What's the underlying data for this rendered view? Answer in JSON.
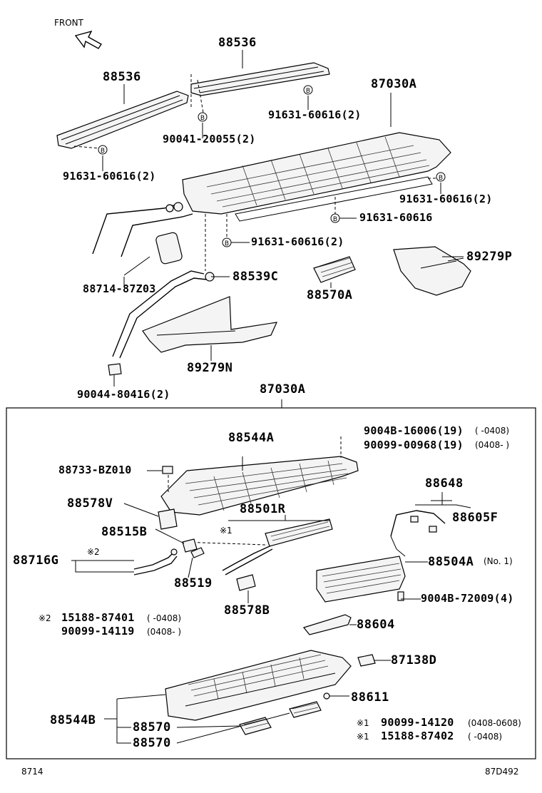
{
  "front_label": "FRONT",
  "upper": {
    "p88536_top": "88536",
    "p88536_left": "88536",
    "p87030A": "87030A",
    "p91631_top": "91631-60616(2)",
    "p90041": "90041-20055(2)",
    "p91631_left": "91631-60616(2)",
    "p91631_right": "91631-60616(2)",
    "p91631_single": "91631-60616",
    "p91631_bottom": "91631-60616(2)",
    "p89279P": "89279P",
    "p88714": "88714-87Z03",
    "p88539C": "88539C",
    "p88570A": "88570A",
    "p89279N": "89279N",
    "p90044": "90044-80416(2)"
  },
  "assembly": {
    "title": "87030A",
    "p9004B_16006": "9004B-16006(19)",
    "p9004B_16006_range": "(      -0408)",
    "p90099_00968": "90099-00968(19)",
    "p90099_00968_range": "(0408-      )",
    "p88544A": "88544A",
    "p88733": "88733-BZ010",
    "p88578V": "88578V",
    "p88501R": "88501R",
    "note1_mark": "※1",
    "p88648": "88648",
    "p88605F": "88605F",
    "p88515B": "88515B",
    "note2_mark": "※2",
    "p88716G": "88716G",
    "p88519": "88519",
    "p88504A": "88504A",
    "p88504A_note": "(No. 1)",
    "p9004B_72009": "9004B-72009(4)",
    "p88578B": "88578B",
    "note2_line1_mark": "※2",
    "note2_line1": "15188-87401",
    "note2_line1_range": "(      -0408)",
    "note2_line2": "90099-14119",
    "note2_line2_range": "(0408-      )",
    "p88604": "88604",
    "p87138D": "87138D",
    "p88611": "88611",
    "p88544B": "88544B",
    "p88570_a": "88570",
    "p88570_b": "88570",
    "note1_line1_mark": "※1",
    "note1_line1": "90099-14120",
    "note1_line1_range": "(0408-0608)",
    "note1_line2_mark": "※1",
    "note1_line2": "15188-87402",
    "note1_line2_range": "(      -0408)"
  },
  "footer": {
    "left_code": "8714",
    "right_code": "87D492"
  },
  "icons": {
    "bolt_marker": "circled-B-icon",
    "front_arrow": "front-arrow-icon"
  }
}
